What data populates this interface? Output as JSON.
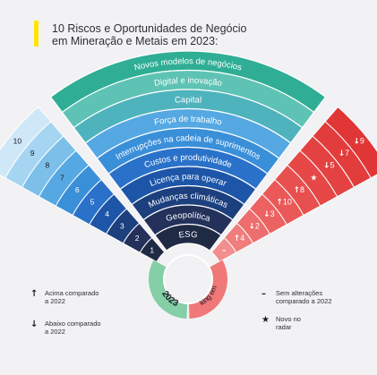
{
  "title": {
    "line1": "10 Riscos e Oportunidades de Negócio",
    "line2": "em Mineração e Metais em 2023:"
  },
  "colors": {
    "accent": "#ffe600",
    "left_band": "#3a8fd1",
    "right_band": "#f07878",
    "year_band": "#84cfa6",
    "hub": "#ffffff"
  },
  "risks": [
    {
      "label": "ESG",
      "color": "#1f2a44"
    },
    {
      "label": "Geopolítica",
      "color": "#23315b"
    },
    {
      "label": "Mudanças climáticas",
      "color": "#1c3f7e"
    },
    {
      "label": "Licença para operar",
      "color": "#1d56a8"
    },
    {
      "label": "Custos e produtividade",
      "color": "#2a72c9"
    },
    {
      "label": "Interrupções na cadeia de suprimentos",
      "color": "#3a8fd9"
    },
    {
      "label": "Força de trabalho",
      "color": "#55a8e2"
    },
    {
      "label": "Capital",
      "color": "#4fb3bd"
    },
    {
      "label": "Digital e inovação",
      "color": "#5ec3b4"
    },
    {
      "label": "Novos modelos de negócios",
      "color": "#2fae95"
    }
  ],
  "left_ranks": [
    "1",
    "2",
    "3",
    "4",
    "5",
    "6",
    "7",
    "8",
    "9",
    "10"
  ],
  "right_ranks": [
    {
      "symbol": "–",
      "value": ""
    },
    {
      "symbol": "↑",
      "value": "4"
    },
    {
      "symbol": "↓",
      "value": "2"
    },
    {
      "symbol": "↓",
      "value": "3"
    },
    {
      "symbol": "↑",
      "value": "10"
    },
    {
      "symbol": "↑",
      "value": "8"
    },
    {
      "symbol": "★",
      "value": ""
    },
    {
      "symbol": "↓",
      "value": "5"
    },
    {
      "symbol": "↓",
      "value": "7"
    },
    {
      "symbol": "↓",
      "value": "9"
    }
  ],
  "year_label": "2023",
  "ranking_label": "Ranking em 2022",
  "legend": {
    "up": {
      "symbol": "↑",
      "text": "Acima comparado\na 2022"
    },
    "down": {
      "symbol": "↓",
      "text": "Abaixo comparado\na 2022"
    },
    "same": {
      "symbol": "–",
      "text": "Sem alterações\ncomparado a 2022"
    },
    "new": {
      "symbol": "★",
      "text": "Novo no\nradar"
    }
  }
}
